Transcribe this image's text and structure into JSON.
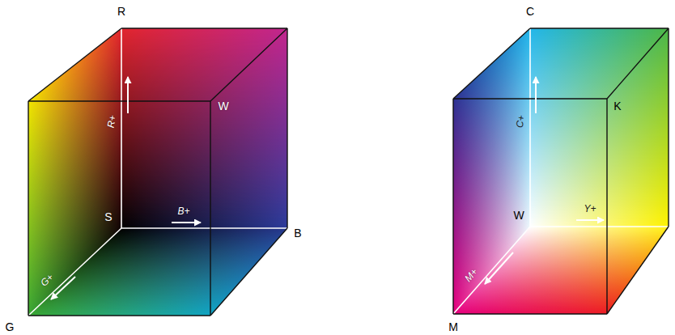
{
  "diagram": {
    "labels": [
      "R",
      "W",
      "R+",
      "S",
      "B+",
      "B",
      "G+",
      "G",
      "C",
      "K",
      "C+",
      "W",
      "Y+",
      "M+",
      "M"
    ]
  }
}
